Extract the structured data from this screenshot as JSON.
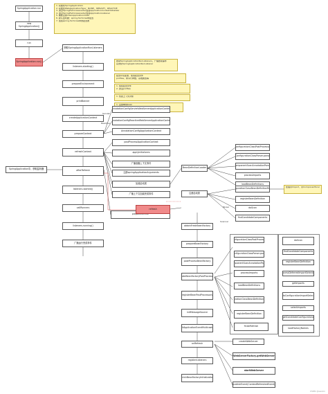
{
  "nodes": {
    "new_app": "SpringApplication.run",
    "new_ctx": "new SpringApplication()",
    "run_main": "run",
    "run_red": "SpringApplication.run()",
    "step_listeners": "获取SpringApplicationRunListeners",
    "step_starting": "listeners.starting()",
    "step_env": "prepareEnvironment",
    "step_banner": "printBanner",
    "step_create_ctx": "createApplicationContext",
    "step_prepare_ctx": "prepareContext",
    "step_refresh_ctx": "refreshContext",
    "step_after": "afterRefresh",
    "step_started": "listeners.started()",
    "step_callrunners": "callRunners",
    "step_running": "listeners.running()",
    "step_end": "广播运行完成事件",
    "ctx_a": "AnnotationConfigServletWebServerApplicationContext",
    "ctx_b": "AnnotationConfigReactiveWebServerApplicationContext",
    "ctx_c": "AnnotationConfigApplicationContext",
    "pc_1": "postProcessApplicationContext",
    "pc_2": "applyInitializers",
    "pc_3": "广播准备上下文事件",
    "pc_4": "注册springApplicationArguments",
    "pc_5": "加载启动类",
    "pc_6": "广播上下文加载完成事件",
    "load_1": "BeanDefinitionLoader",
    "load_2": "注册启动类",
    "refresh_red": "refresh",
    "refresh_prepare": "prepareRefresh",
    "obtain": "obtainFreshBeanFactory",
    "prep_bf": "prepareBeanFactory",
    "post_bf": "postProcessBeanFactory",
    "invoke_bfpp": "invokeBeanFactoryPostProcessors",
    "register_bpp": "registerBeanPostProcessors",
    "init_msg": "initMessageSource",
    "init_mc": "initApplicationEventMulticaster",
    "on_refresh": "onRefresh",
    "reg_listeners": "registerListeners",
    "finish_bf": "finishBeanFactoryInitialization",
    "finish_refresh": "finishRefresh",
    "web_server": "createWebServer",
    "tomcat": "WebServerFactory.getWebServer",
    "start_server": "startWebServer",
    "publish_event": "publishEvent(ContextRefreshedEvent)",
    "side_spring": "SpringApplication中，获取监听器",
    "config_class": "ConfigurationClassPostProcessor",
    "yellow_right": "处理@Import、@ComponentScan",
    "parse": "ConfigurationClassParser.parse",
    "scan": "ComponentScanAnnotationParser",
    "import": "processImports",
    "bean_def": "loadBeanDefinitions",
    "reader": "ConfigurationClassBeanDefinitionReader",
    "bean_reg": "registerBeanDefinition",
    "c1": "doScan",
    "c2": "findCandidateComponents",
    "c3": "registerBeanDefinition",
    "c4": "processDeferredImportSelectors",
    "c5": "getImports",
    "c6": "AutoConfigurationImportSelector",
    "c7": "selectImports",
    "c8": "getCandidateConfigurations",
    "c9": "loadFactoryNames"
  },
  "labels": {
    "servlet": "Servlet",
    "reactive": "Reactive",
    "default": "None",
    "parser": "Parser",
    "scanner": "Scanner",
    "conf": "ConfigurationClass"
  },
  "notes": {
    "top": [
      "1. 初始化SpringApplication",
      "2. 初始化WebApplicationType：NONE、SERVLET、REACTIVE",
      "3. 通过SpringFactoriesLoader加载ApplicationContextInitializer",
      "4. 通过SpringFactoriesLoader加载ApplicationListener",
      "5. 推断主类mainApplicationClass",
      "6. 默认监听器：spring.factories中配置",
      "7. 加载spring.factories中的配置类"
    ],
    "n2": [
      "启动SpringApplicationRunListeners，广播启动事件",
      "实例化SpringApplicationRunListener"
    ],
    "n3": [
      "配置环境变量，加载配置文件",
      "profiles、命令行参数、系统属性等"
    ],
    "n4": [
      "1. 加载配置文件",
      "2. 激活profiles",
      "3. 绑定spring.main到SpringApplication"
    ],
    "n5": [
      "1. 创建上下文对象",
      "2. 设置环境，执行初始化器"
    ],
    "n6": [
      "1. 注册单例bean",
      "2. 加载主类BeanDefinition"
    ],
    "n7": [
      "不同条件选择不同的上下文"
    ]
  },
  "watermark": "CSDN @weixin"
}
